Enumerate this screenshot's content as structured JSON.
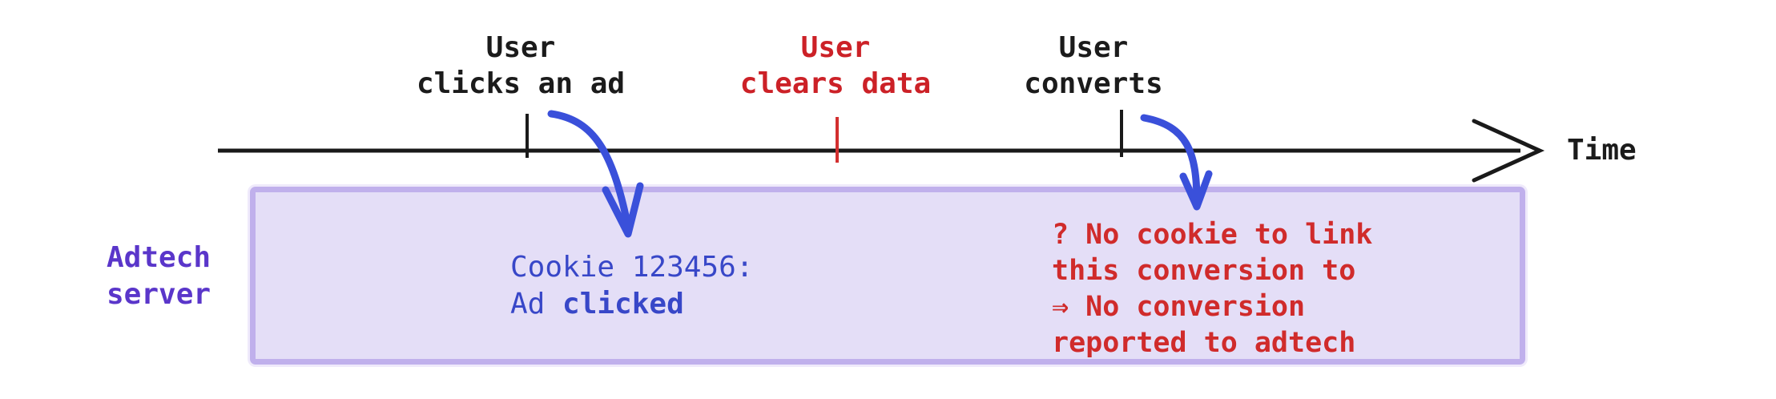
{
  "timeline": {
    "axis_label": "Time",
    "events": [
      {
        "line1": "User",
        "line2": "clicks an ad",
        "color": "#1b1b1b"
      },
      {
        "line1": "User",
        "line2": "clears data",
        "color": "#cc2127"
      },
      {
        "line1": "User",
        "line2": "converts",
        "color": "#1b1b1b"
      }
    ]
  },
  "lane": {
    "line1": "Adtech",
    "line2": "server"
  },
  "box_notes": {
    "cookie": {
      "line1": "Cookie 123456:",
      "line2_normal": "Ad ",
      "line2_bold": "clicked"
    },
    "no_cookie": {
      "line1": "? No cookie to link",
      "line2": "this conversion to",
      "line3": "⇒ No conversion",
      "line4": "reported to adtech"
    }
  },
  "colors": {
    "event_black": "#1b1b1b",
    "event_red": "#cc2127",
    "tick_red": "#d32f2f",
    "note_blue": "#3847c8",
    "arrow_blue": "#3a50da",
    "lane_purple": "#5a36ca",
    "box_fill": "#e4def7",
    "box_border": "#c0b0ec",
    "note_red": "#d02b2b",
    "axis_black": "#1a1a1a"
  }
}
